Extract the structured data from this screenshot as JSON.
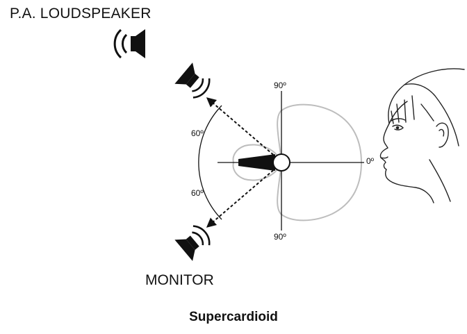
{
  "labels": {
    "pa_loudspeaker": "P.A. LOUDSPEAKER",
    "monitor": "MONITOR",
    "caption": "Supercardioid",
    "angle_90_top": "90º",
    "angle_90_bottom": "90º",
    "angle_60_upper": "60º",
    "angle_60_lower": "60º",
    "angle_0": "0º"
  },
  "icons": {
    "pa": "loudspeaker-icon",
    "rear_upper": "speaker-icon",
    "rear_lower": "speaker-icon",
    "mic": "microphone-icon",
    "face": "face-profile-icon"
  },
  "colors": {
    "lines": "#111111",
    "polar_pattern": "#bdbdbd"
  }
}
